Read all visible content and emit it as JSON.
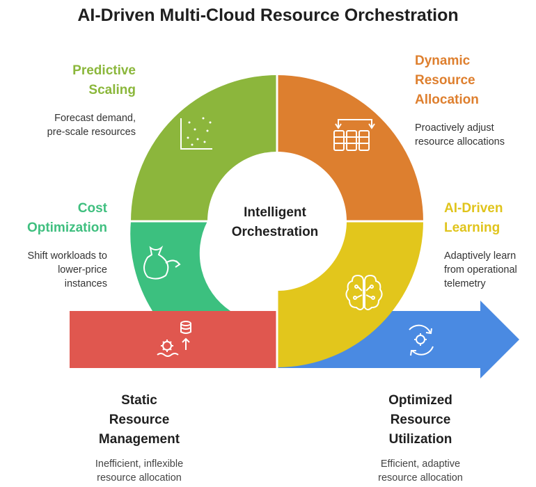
{
  "title": "AI-Driven Multi-Cloud Resource Orchestration",
  "center": "Intelligent\nOrchestration",
  "colors": {
    "predictive": "#8cb63c",
    "dynamic": "#dd7f2f",
    "cost": "#3cc07f",
    "ai_learning": "#e2c61c",
    "static_bar": "#e0574f",
    "arrow": "#4a8ae2",
    "predictive_text": "#8bb73b",
    "dynamic_text": "#de7f2e",
    "cost_text": "#3fbf7f",
    "ai_text": "#e0c41c"
  },
  "segments": {
    "predictive": {
      "title": "Predictive\nScaling",
      "desc": "Forecast demand,\npre-scale resources",
      "icon": "scatter-plot-icon"
    },
    "dynamic": {
      "title": "Dynamic\nResource\nAllocation",
      "desc": "Proactively adjust\nresource allocations",
      "icon": "grid-adjust-icon"
    },
    "cost": {
      "title": "Cost\nOptimization",
      "desc": "Shift workloads to\nlower-price\ninstances",
      "icon": "money-bag-icon"
    },
    "ai_learning": {
      "title": "AI-Driven\nLearning",
      "desc": "Adaptively learn\nfrom operational\ntelemetry",
      "icon": "brain-icon"
    }
  },
  "static": {
    "title": "Static\nResource\nManagement",
    "desc": "Inefficient, inflexible\nresource allocation",
    "icon": "database-gear-icon"
  },
  "optimized": {
    "title": "Optimized\nResource\nUtilization",
    "desc": "Efficient, adaptive\nresource allocation",
    "icon": "refresh-gear-icon"
  }
}
